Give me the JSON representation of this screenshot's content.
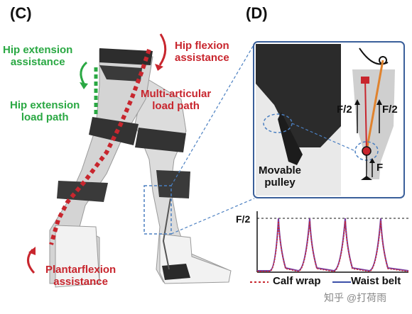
{
  "panels": {
    "c_label": "(C)",
    "d_label": "(D)"
  },
  "left": {
    "hip_extension_assistance": [
      "Hip extension",
      "assistance"
    ],
    "hip_extension_load_path": [
      "Hip extension",
      "load path"
    ],
    "hip_flexion_assistance": [
      "Hip flexion",
      "assistance"
    ],
    "multi_articular_load_path": [
      "Multi-articular",
      "load path"
    ],
    "plantarflexion_assistance": [
      "Plantarflexion",
      "assistance"
    ]
  },
  "inset": {
    "movable_pulley": [
      "Movable",
      "pulley"
    ],
    "f_half_left": "F/2",
    "f_half_right": "F/2",
    "f": "F"
  },
  "plot": {
    "y_tick": "F/2",
    "legend": {
      "calf_wrap": "Calf wrap",
      "waist_belt": "Waist belt"
    }
  },
  "watermark": "知乎 @打荷雨",
  "colors": {
    "green": "#2aa843",
    "red": "#c8262e",
    "blue_dash": "#4a7fc1",
    "purple": "#7a3fa0"
  }
}
